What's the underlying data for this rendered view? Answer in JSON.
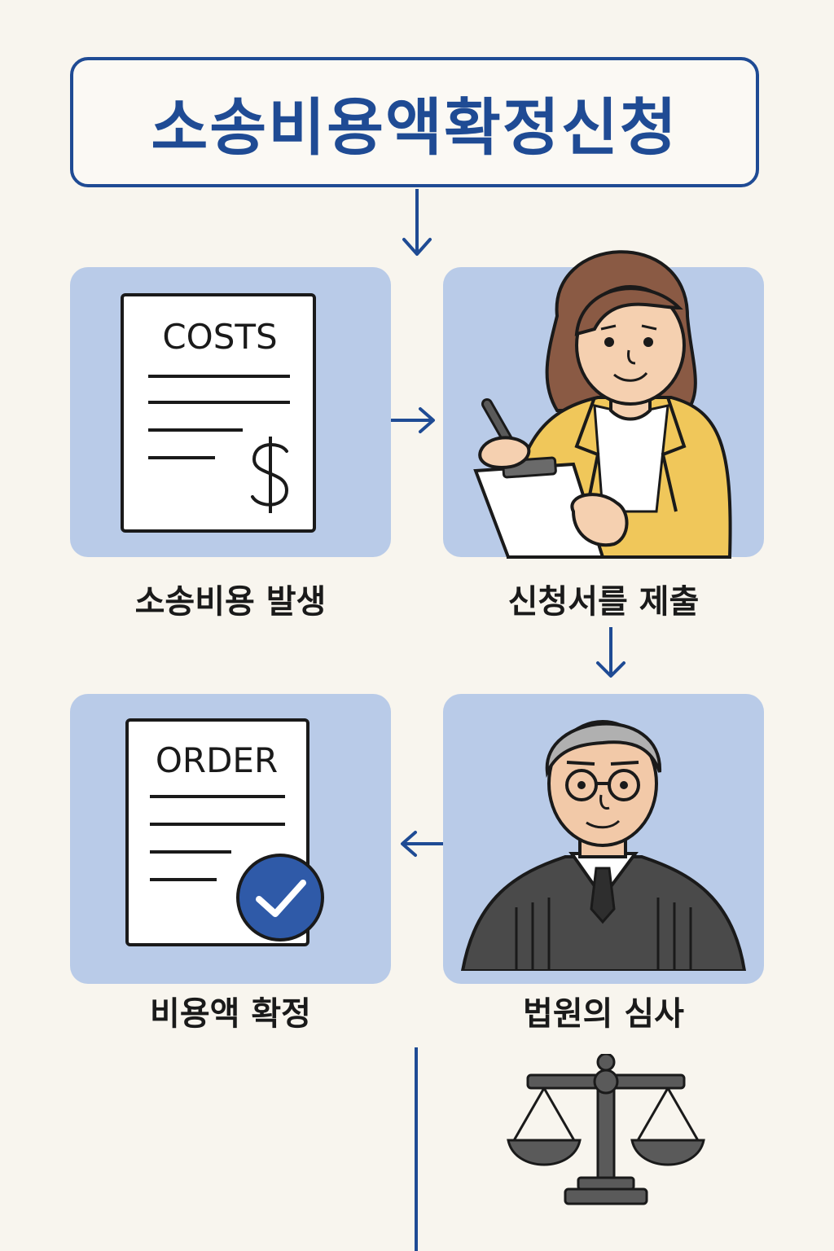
{
  "title": "소송비용액확정신청",
  "steps": [
    {
      "caption": "소송비용 발생",
      "doc_label": "COSTS",
      "icon": "cost-document-icon"
    },
    {
      "caption": "신청서를 제출",
      "icon": "applicant-woman-icon"
    },
    {
      "caption": "법원의 심사",
      "icon": "judge-icon"
    },
    {
      "caption": "비용액 확정",
      "doc_label": "ORDER",
      "icon": "order-document-check-icon"
    }
  ],
  "colors": {
    "accent": "#1f4b94",
    "tile": "#b9cbe8",
    "background": "#f8f5ee"
  },
  "extra_icons": [
    "scales-of-justice-icon",
    "dollar-sign-icon",
    "checkmark-icon"
  ]
}
